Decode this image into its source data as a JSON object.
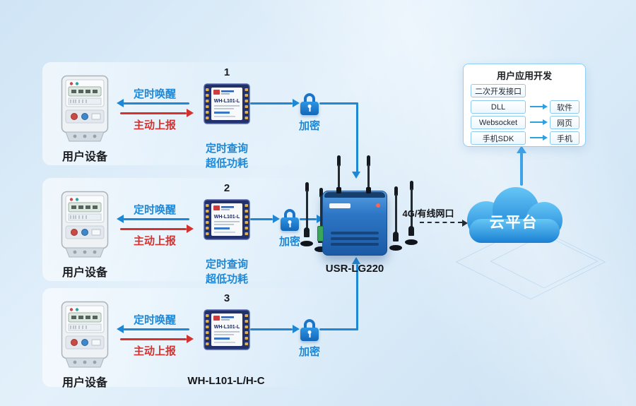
{
  "colors": {
    "blue_arrow": "#1e88d6",
    "red_arrow": "#d3322e",
    "cloud_blue": "#1d86d8",
    "navy_module": "#22306b"
  },
  "icons": {
    "meter": "energy-meter-icon",
    "module": "lora-module-icon",
    "lock": "encrypt-lock-icon",
    "gateway": "gateway-icon",
    "antenna": "antenna-icon",
    "cloud": "cloud-icon"
  },
  "module": {
    "name": "WH-L101-L"
  },
  "rows": [
    {
      "number": "1",
      "device_label": "用户设备",
      "wake_label": "定时唤醒",
      "report_label": "主动上报",
      "encrypt_label": "加密",
      "note1": "定时查询",
      "note2": "超低功耗"
    },
    {
      "number": "2",
      "device_label": "用户设备",
      "wake_label": "定时唤醒",
      "report_label": "主动上报",
      "encrypt_label": "加密",
      "note1": "定时查询",
      "note2": "超低功耗"
    },
    {
      "number": "3",
      "device_label": "用户设备",
      "wake_label": "定时唤醒",
      "report_label": "主动上报",
      "encrypt_label": "加密"
    }
  ],
  "gateway": {
    "label": "USR-LG220"
  },
  "uplink": {
    "label": "4G/有线网口"
  },
  "cloud": {
    "label": "云平台"
  },
  "app": {
    "title": "用户应用开发",
    "api": "二次开发接口",
    "pairs": [
      {
        "left": "DLL",
        "right": "软件"
      },
      {
        "left": "Websocket",
        "right": "网页"
      },
      {
        "left": "手机SDK",
        "right": "手机"
      }
    ]
  },
  "bottom_label": "WH-L101-L/H-C"
}
